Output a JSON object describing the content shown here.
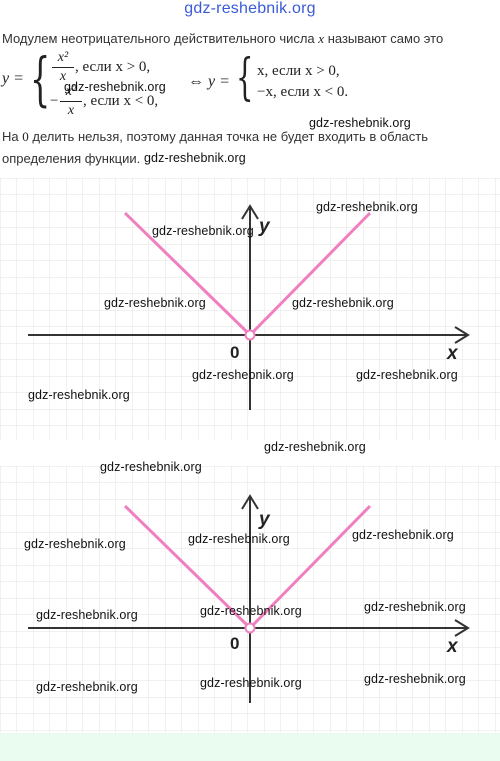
{
  "header": {
    "site": "gdz-reshebnik.org"
  },
  "text": {
    "line1": "Модулем неотрицательного действительного числа",
    "line1_var": "x",
    "line1_end": "называют само это",
    "line2": "На",
    "line2_zero": "0",
    "line2_end": "делить нельзя, поэтому данная точка не будет входить в область",
    "line3": "определения функции."
  },
  "formula": {
    "lhs": "y =",
    "frac_num": "x²",
    "frac_den": "x",
    "case1_cond": ", если x > 0,",
    "neg": "−",
    "case2_cond": ", если x < 0,",
    "equiv": "⇔ y =",
    "rcase1": "x, если x > 0,",
    "rcase2": "−x, если x < 0."
  },
  "graphs": [
    {
      "x_label": "x",
      "y_label": "y",
      "origin_label": "0",
      "function": "y = |x|",
      "point_at_origin": "open",
      "line_color": "#f07fc0"
    },
    {
      "x_label": "x",
      "y_label": "y",
      "origin_label": "0",
      "function": "y = |x|",
      "point_at_origin": "open",
      "line_color": "#f07fc0"
    }
  ],
  "watermarks": {
    "text": "gdz-reshebnik.org"
  },
  "colors": {
    "grid": "#e3e3e3",
    "axis": "#333333",
    "graph": "#f07fc0",
    "header": "#3a5bd6",
    "footer": "#eafbf0"
  }
}
